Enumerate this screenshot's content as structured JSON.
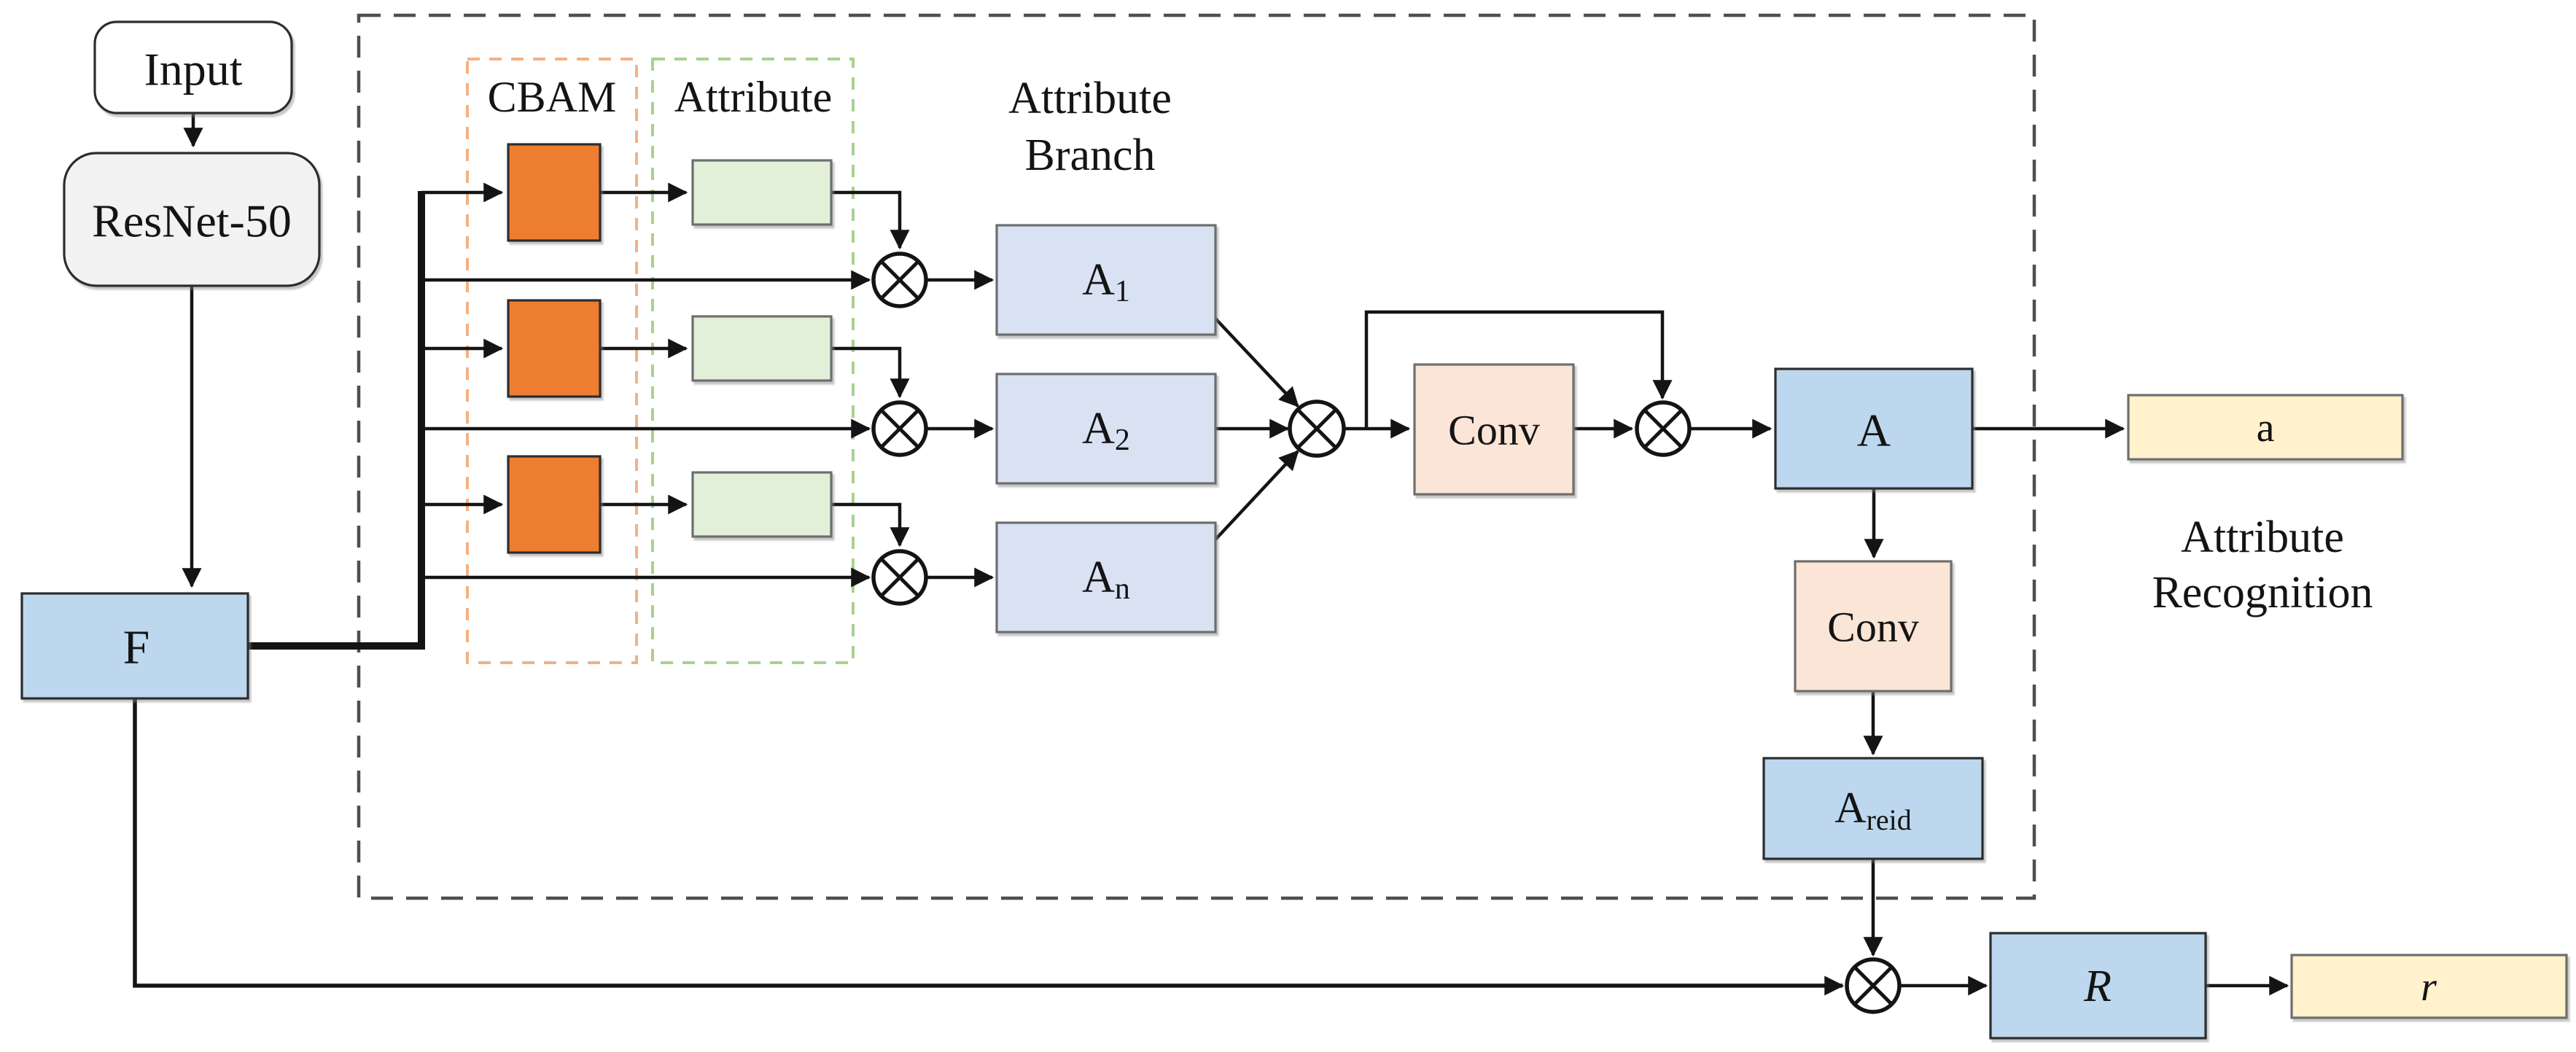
{
  "nodes": {
    "input": "Input",
    "backbone": "ResNet-50",
    "feature": "F",
    "a1": {
      "base": "A",
      "sub": "1"
    },
    "a2": {
      "base": "A",
      "sub": "2"
    },
    "an": {
      "base": "A",
      "sub": "n"
    },
    "conv1": "Conv",
    "attr_feature": "A",
    "attr_output": "a",
    "conv2": "Conv",
    "areid": {
      "base": "A",
      "sub": "reid"
    },
    "reid_feature": "R",
    "reid_output": "r"
  },
  "labels": {
    "cbam_group": "CBAM",
    "attribute_group": "Attribute",
    "attribute_branch": {
      "line1": "Attribute",
      "line2": "Branch"
    },
    "attribute_recognition": {
      "line1": "Attribute",
      "line2": "Recognition"
    }
  },
  "icons": {
    "multiply": "circled-times-operator"
  },
  "colors": {
    "white": "#FFFFFF",
    "gray_fill": "#F2F2F2",
    "light_blue": "#BDD7EE",
    "orange": "#ED7D31",
    "light_green": "#E2EFD9",
    "lavender": "#D9E2F3",
    "peach": "#FBE5D6",
    "light_yellow": "#FFF2CC",
    "cbam_dash": "#F4B183",
    "attribute_dash": "#A9D18E",
    "container_dash": "#4F4F4F",
    "line": "#141414"
  }
}
